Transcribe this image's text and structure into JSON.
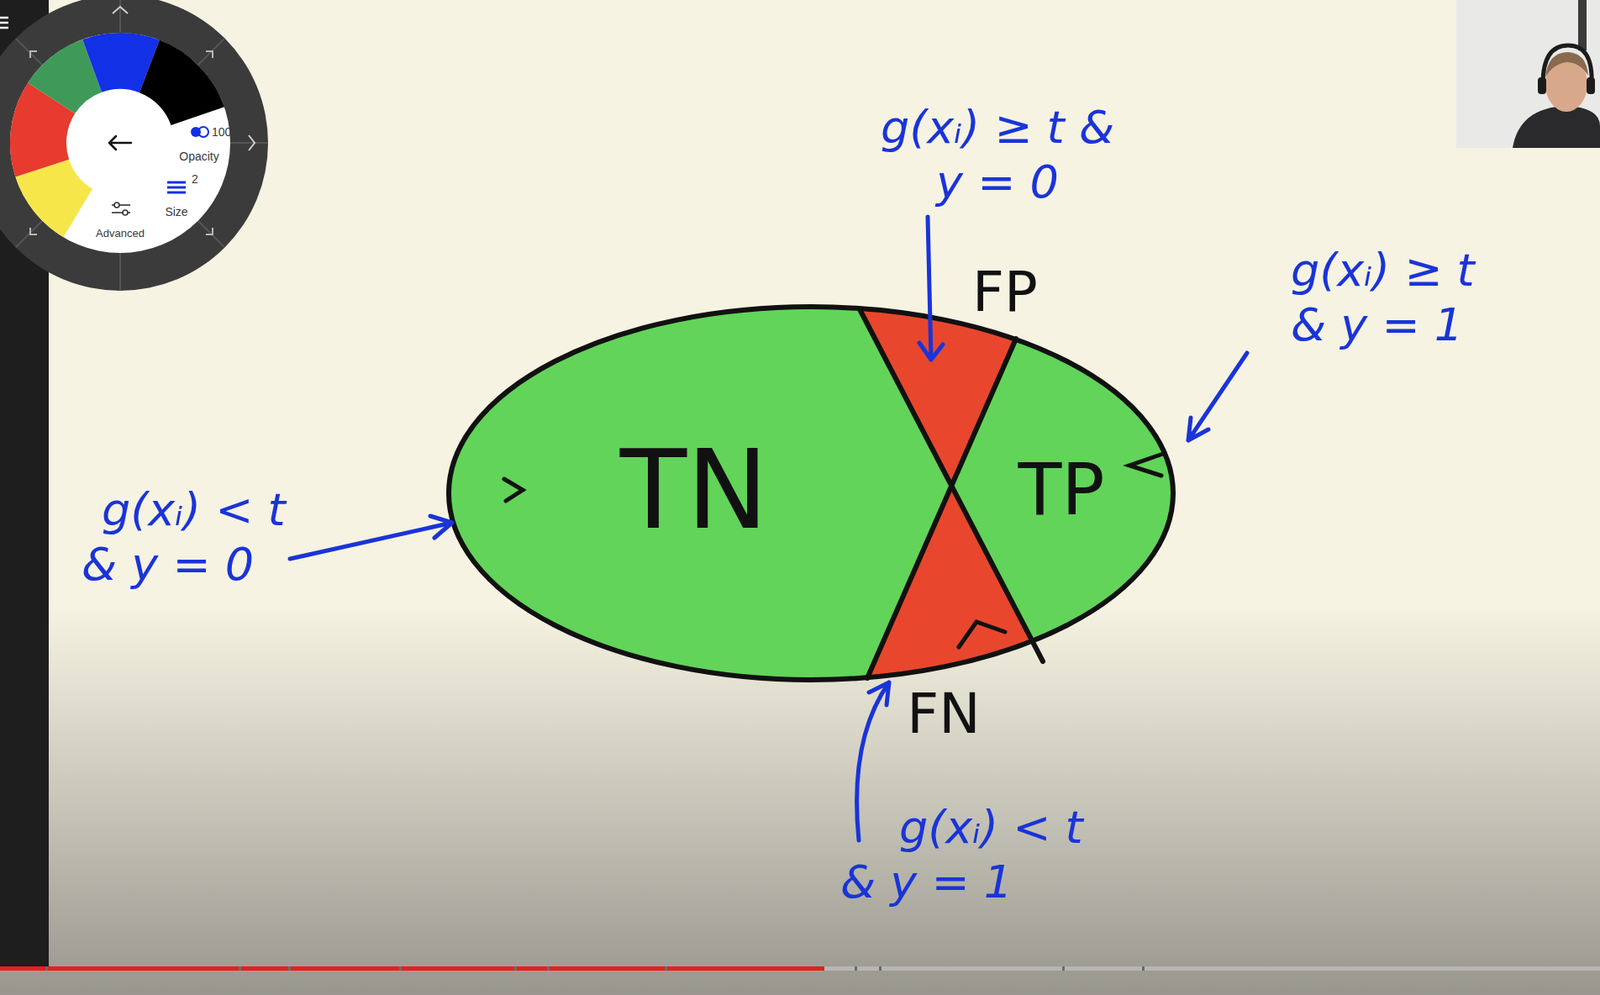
{
  "diagram": {
    "nodes": [
      {
        "text": [
          "FP"
        ]
      },
      {
        "text": [
          "TN"
        ]
      },
      {
        "text": [
          "TP"
        ]
      },
      {
        "text": [
          "FN"
        ]
      }
    ],
    "labels": [
      "g(xᵢ) ≥ t & y = 0",
      "g(xᵢ) ≥ t & y = 1",
      "g(xᵢ) < t & y = 0",
      "g(xᵢ) < t & y = 1",
      "100",
      "Opacity",
      "2",
      "Size",
      "Advanced"
    ]
  }
}
